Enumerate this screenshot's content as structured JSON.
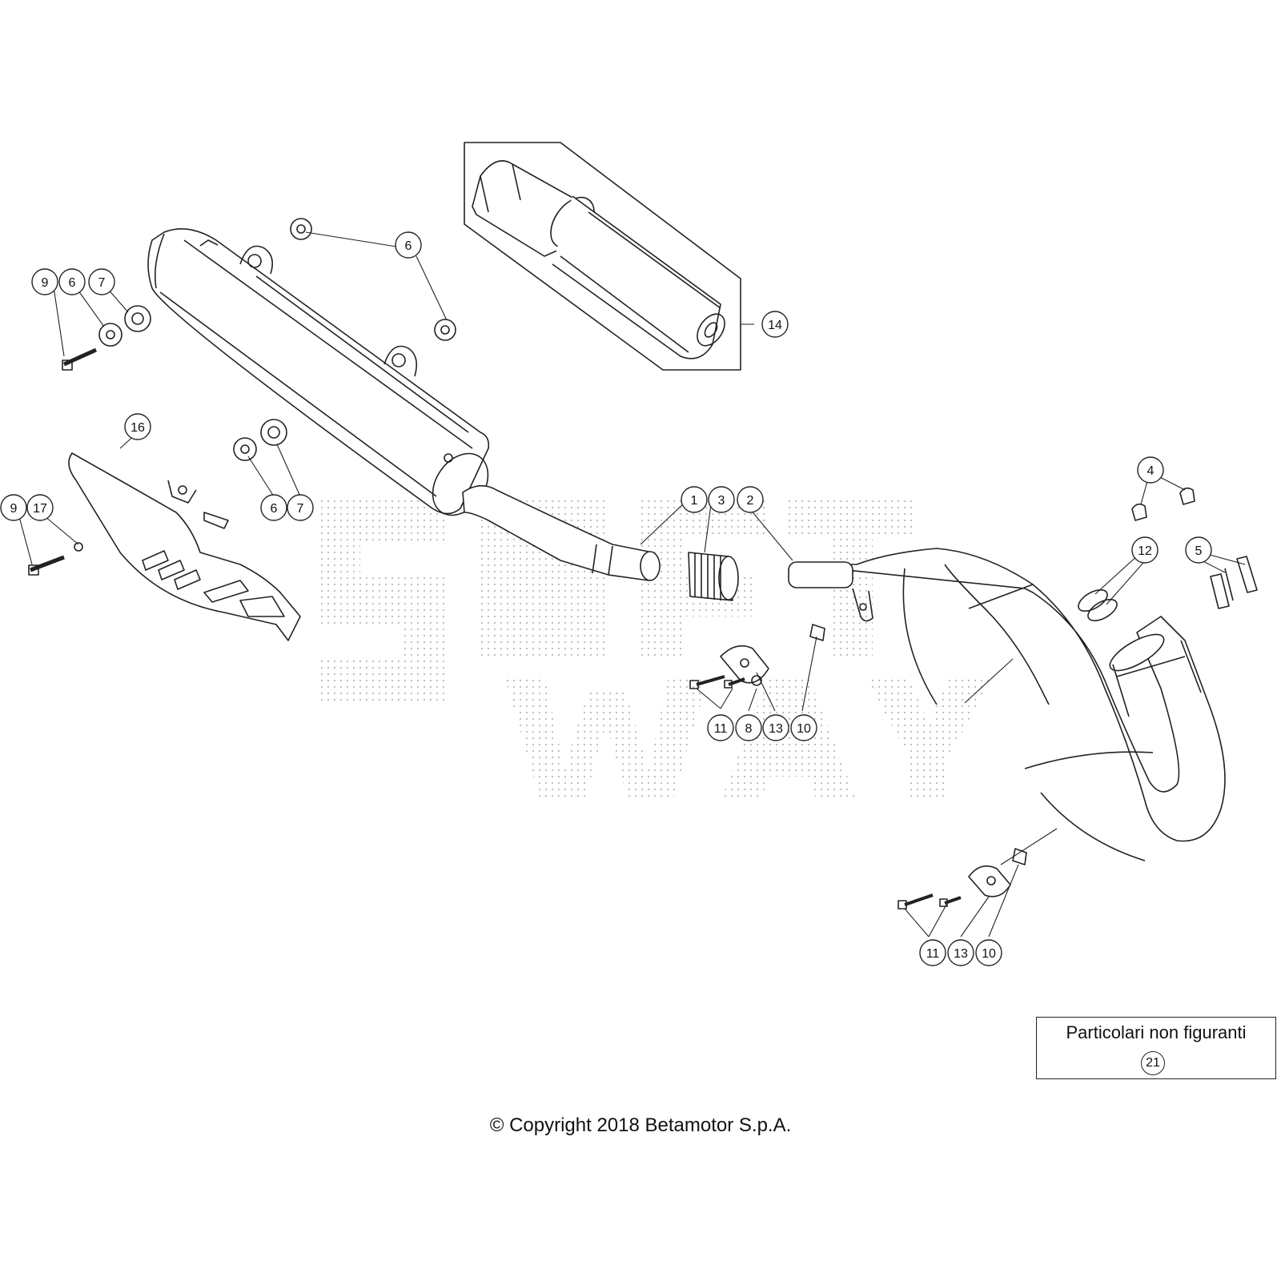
{
  "diagram": {
    "callouts": [
      "1",
      "2",
      "3",
      "4",
      "5",
      "6",
      "7",
      "8",
      "9",
      "10",
      "11",
      "12",
      "13",
      "14",
      "16",
      "17"
    ],
    "legend": {
      "title": "Particolari non figuranti",
      "number": "21"
    },
    "copyright": "© Copyright 2018 Betamotor S.p.A."
  },
  "colors": {
    "line": "#222222",
    "watermark": "#bbbbbb",
    "background": "#ffffff"
  }
}
